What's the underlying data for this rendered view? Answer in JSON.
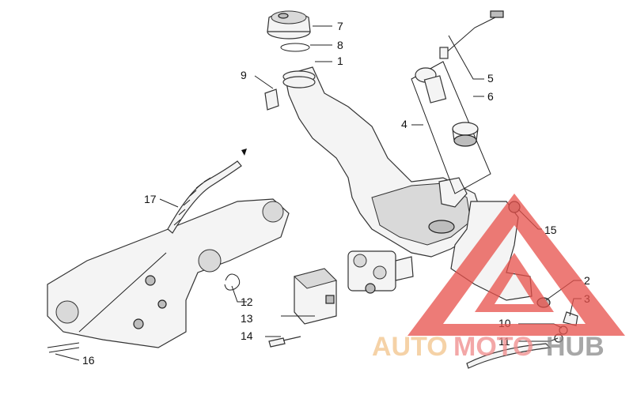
{
  "callouts": {
    "c1": "1",
    "c2": "2",
    "c3": "3",
    "c4": "4",
    "c5": "5",
    "c6": "6",
    "c7": "7",
    "c8": "8",
    "c9": "9",
    "c10": "10",
    "c11": "11",
    "c12": "12",
    "c13": "13",
    "c14": "14",
    "c15": "15",
    "c16": "16",
    "c17": "17"
  },
  "watermark": {
    "part1": "AUTO",
    "part2": "MOTO",
    "part3": "HUB",
    "colors": {
      "auto": "#f2c38a",
      "moto": "#f08a8a",
      "hub": "#8a8a8a",
      "triangle": "#e8504a"
    }
  }
}
